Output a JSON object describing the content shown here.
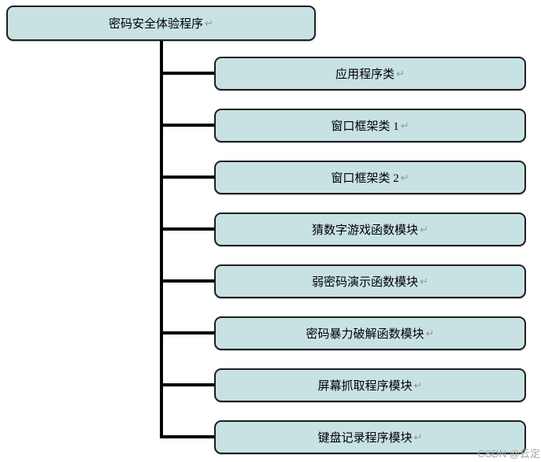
{
  "diagram": {
    "root": {
      "label": "密码安全体验程序"
    },
    "children": [
      {
        "label": "应用程序类"
      },
      {
        "label": "窗口框架类 1"
      },
      {
        "label": "窗口框架类 2"
      },
      {
        "label": "猜数字游戏函数模块"
      },
      {
        "label": "弱密码演示函数模块"
      },
      {
        "label": "密码暴力破解函数模块"
      },
      {
        "label": "屏幕抓取程序模块"
      },
      {
        "label": "键盘记录程序模块"
      }
    ],
    "return_mark": "↵",
    "colors": {
      "box_fill": "#c8e2e4",
      "box_border": "#1f1f1f",
      "connector": "#000000",
      "paragraph_mark": "#8f9b9b"
    }
  },
  "watermark": {
    "text": "CSDN @云定",
    "color": "#9aa2a2"
  }
}
